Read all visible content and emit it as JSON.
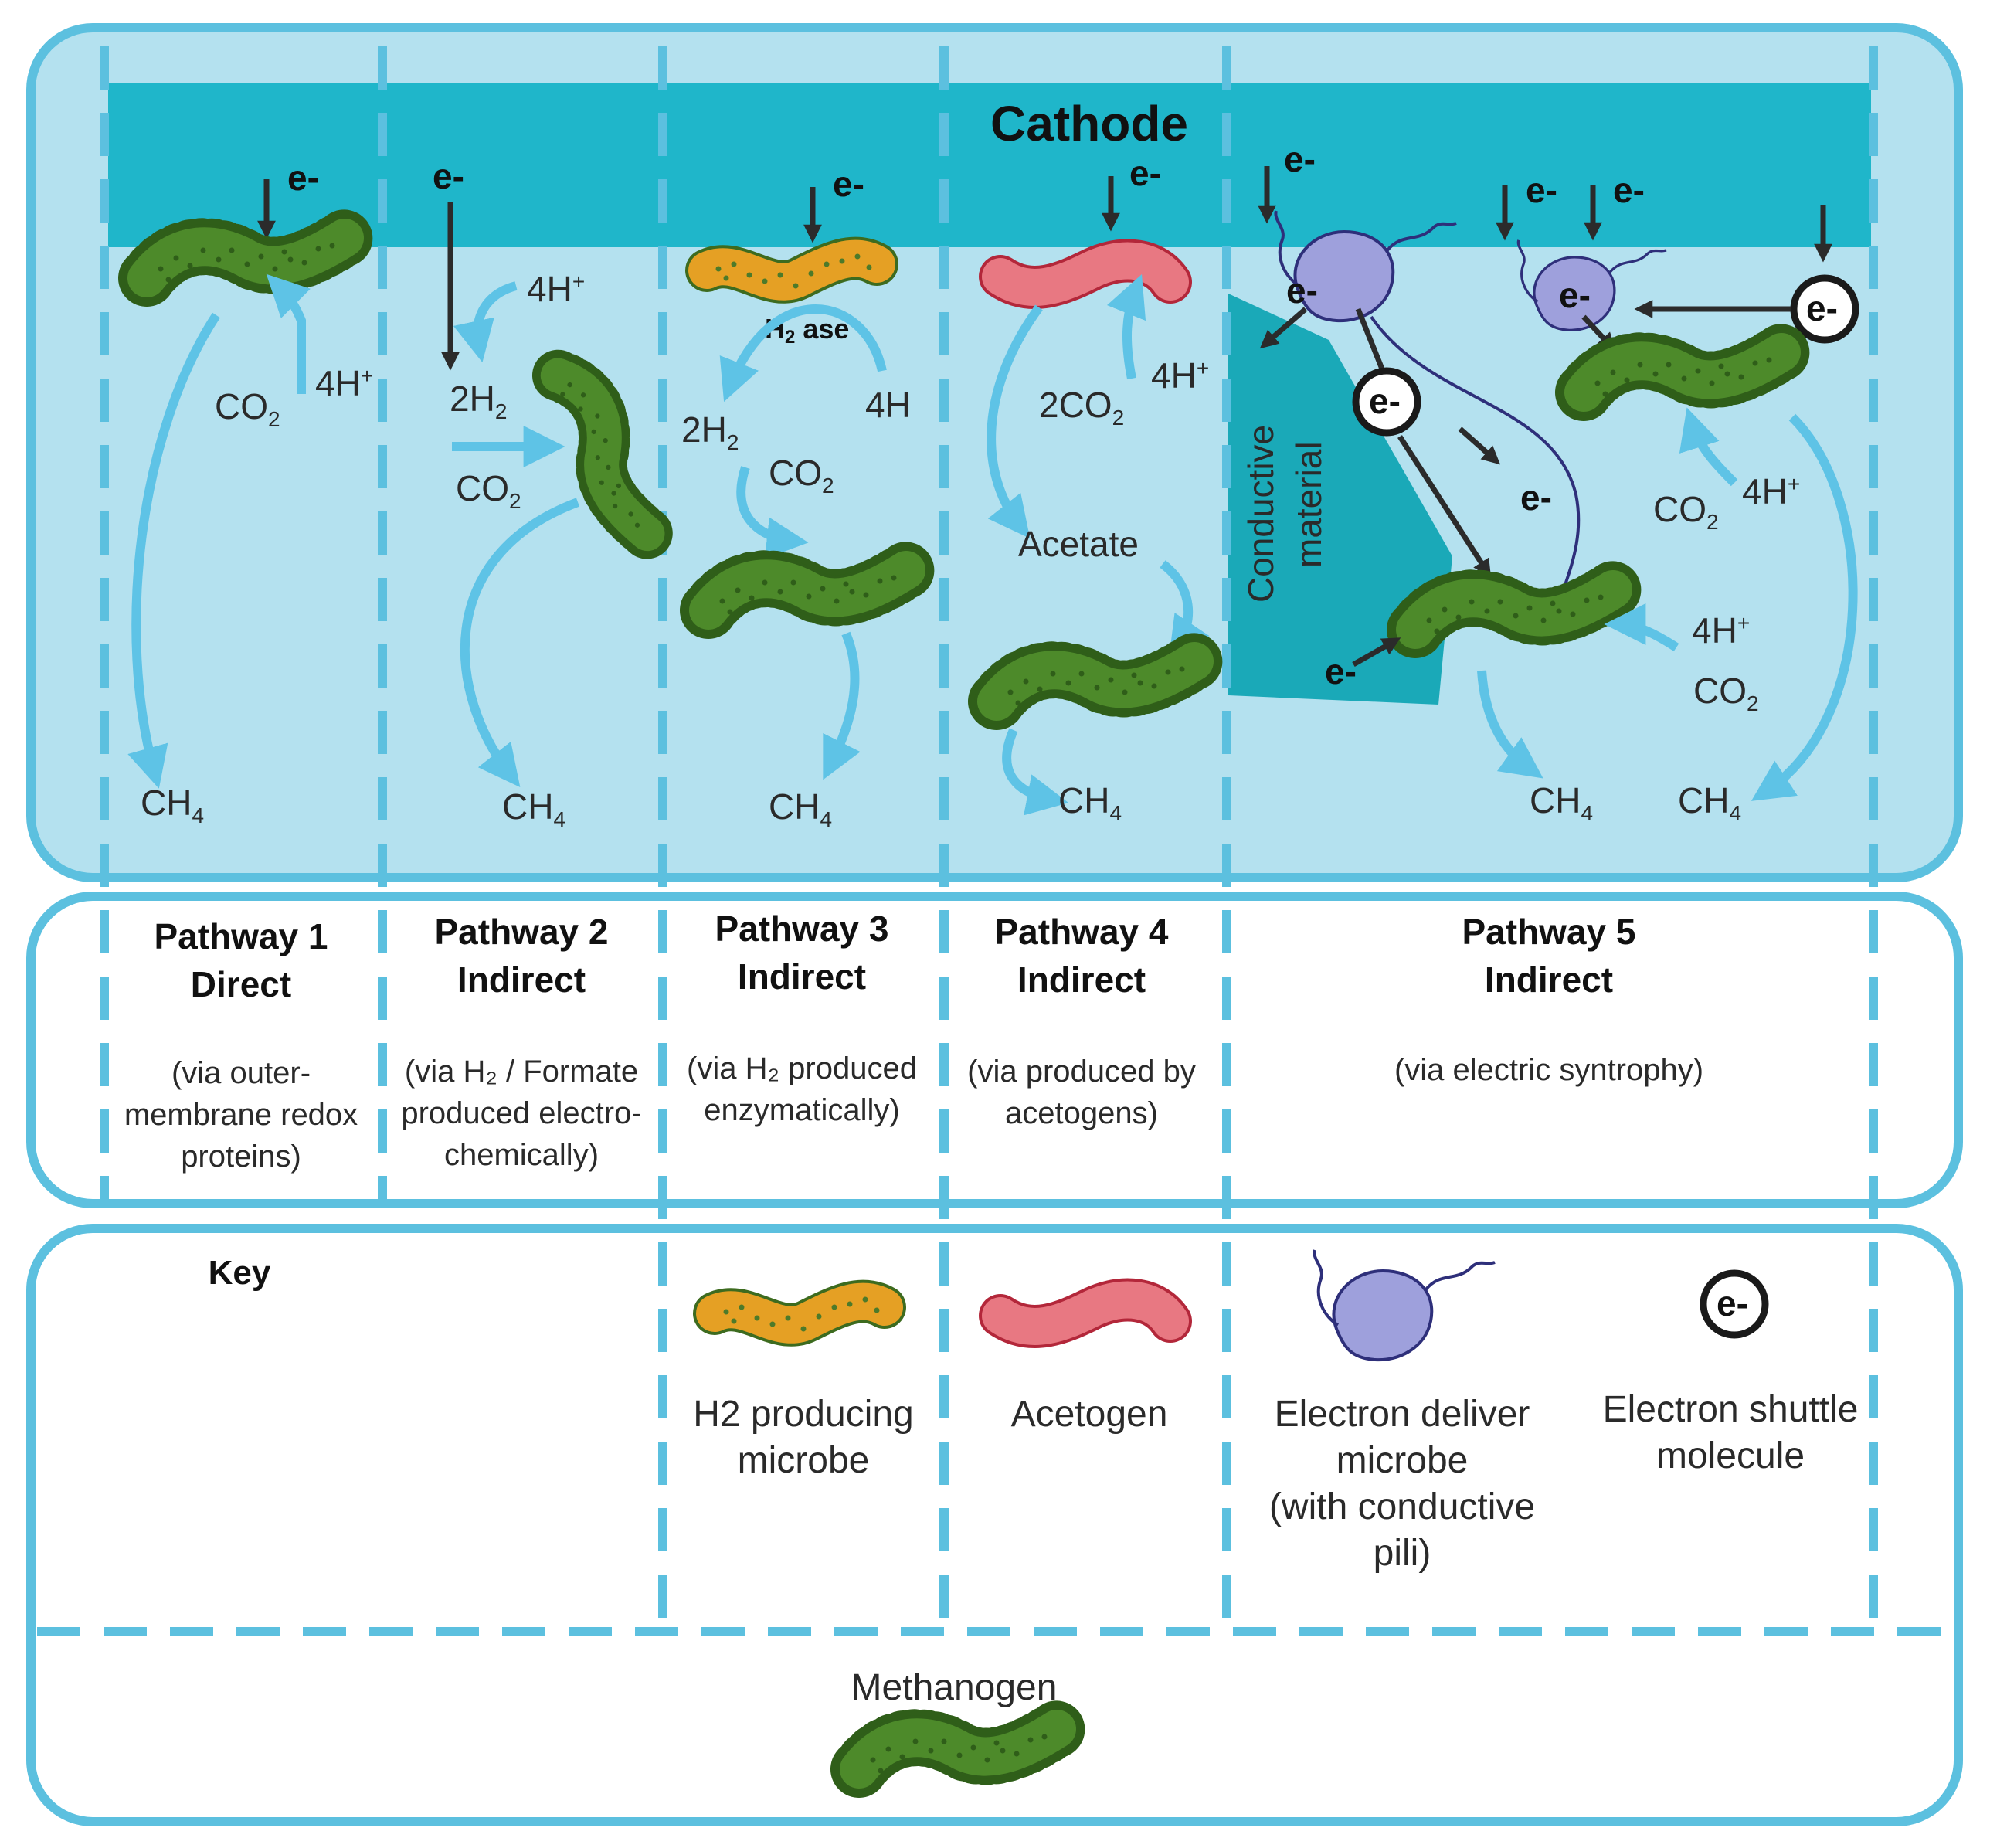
{
  "cathode": {
    "label": "Cathode"
  },
  "electron": "e-",
  "species": {
    "h4": "4H",
    "plus": "+",
    "co2": "CO",
    "two": "2",
    "h2": "2H",
    "two_co2": "2CO",
    "ch4": "CH",
    "four": "4",
    "h2ase": "H",
    "h2ase_rest": " ase",
    "acetate": "Acetate",
    "conductive": [
      "Conductive",
      "material"
    ]
  },
  "pathways": [
    {
      "title": "Pathway 1",
      "type": "Direct",
      "desc": [
        "(via outer-",
        "membrane redox",
        "proteins)"
      ]
    },
    {
      "title": "Pathway 2",
      "type": "Indirect",
      "desc": [
        "(via H₂ / Formate",
        "produced electro-",
        "chemically)"
      ]
    },
    {
      "title": "Pathway 3",
      "type": "Indirect",
      "desc": [
        "(via H₂ produced",
        "enzymatically)"
      ]
    },
    {
      "title": "Pathway 4",
      "type": "Indirect",
      "desc": [
        "(via produced by",
        "acetogens)"
      ]
    },
    {
      "title": "Pathway 5",
      "type": "Indirect",
      "desc": [
        "(via electric syntrophy)"
      ]
    }
  ],
  "key": {
    "title": "Key",
    "items": [
      {
        "label": [
          "H2 producing",
          "microbe"
        ]
      },
      {
        "label": [
          "Acetogen"
        ]
      },
      {
        "label": [
          "Electron deliver",
          "microbe",
          "(with conductive",
          "pili)"
        ]
      },
      {
        "label": [
          "Electron shuttle",
          "molecule"
        ]
      }
    ],
    "methanogen": "Methanogen"
  },
  "colors": {
    "frame": "#5cc0df",
    "panel_fill": "#b4e1ef",
    "cathode": "#1fb6ca",
    "conductive": "#1aa9b8",
    "arrow_light": "#5ec3e6",
    "methanogen": "#4d8a2a",
    "h2_microbe": "#e5a024",
    "acetogen": "#e87882",
    "electron_microbe": "#9ea0dc"
  }
}
